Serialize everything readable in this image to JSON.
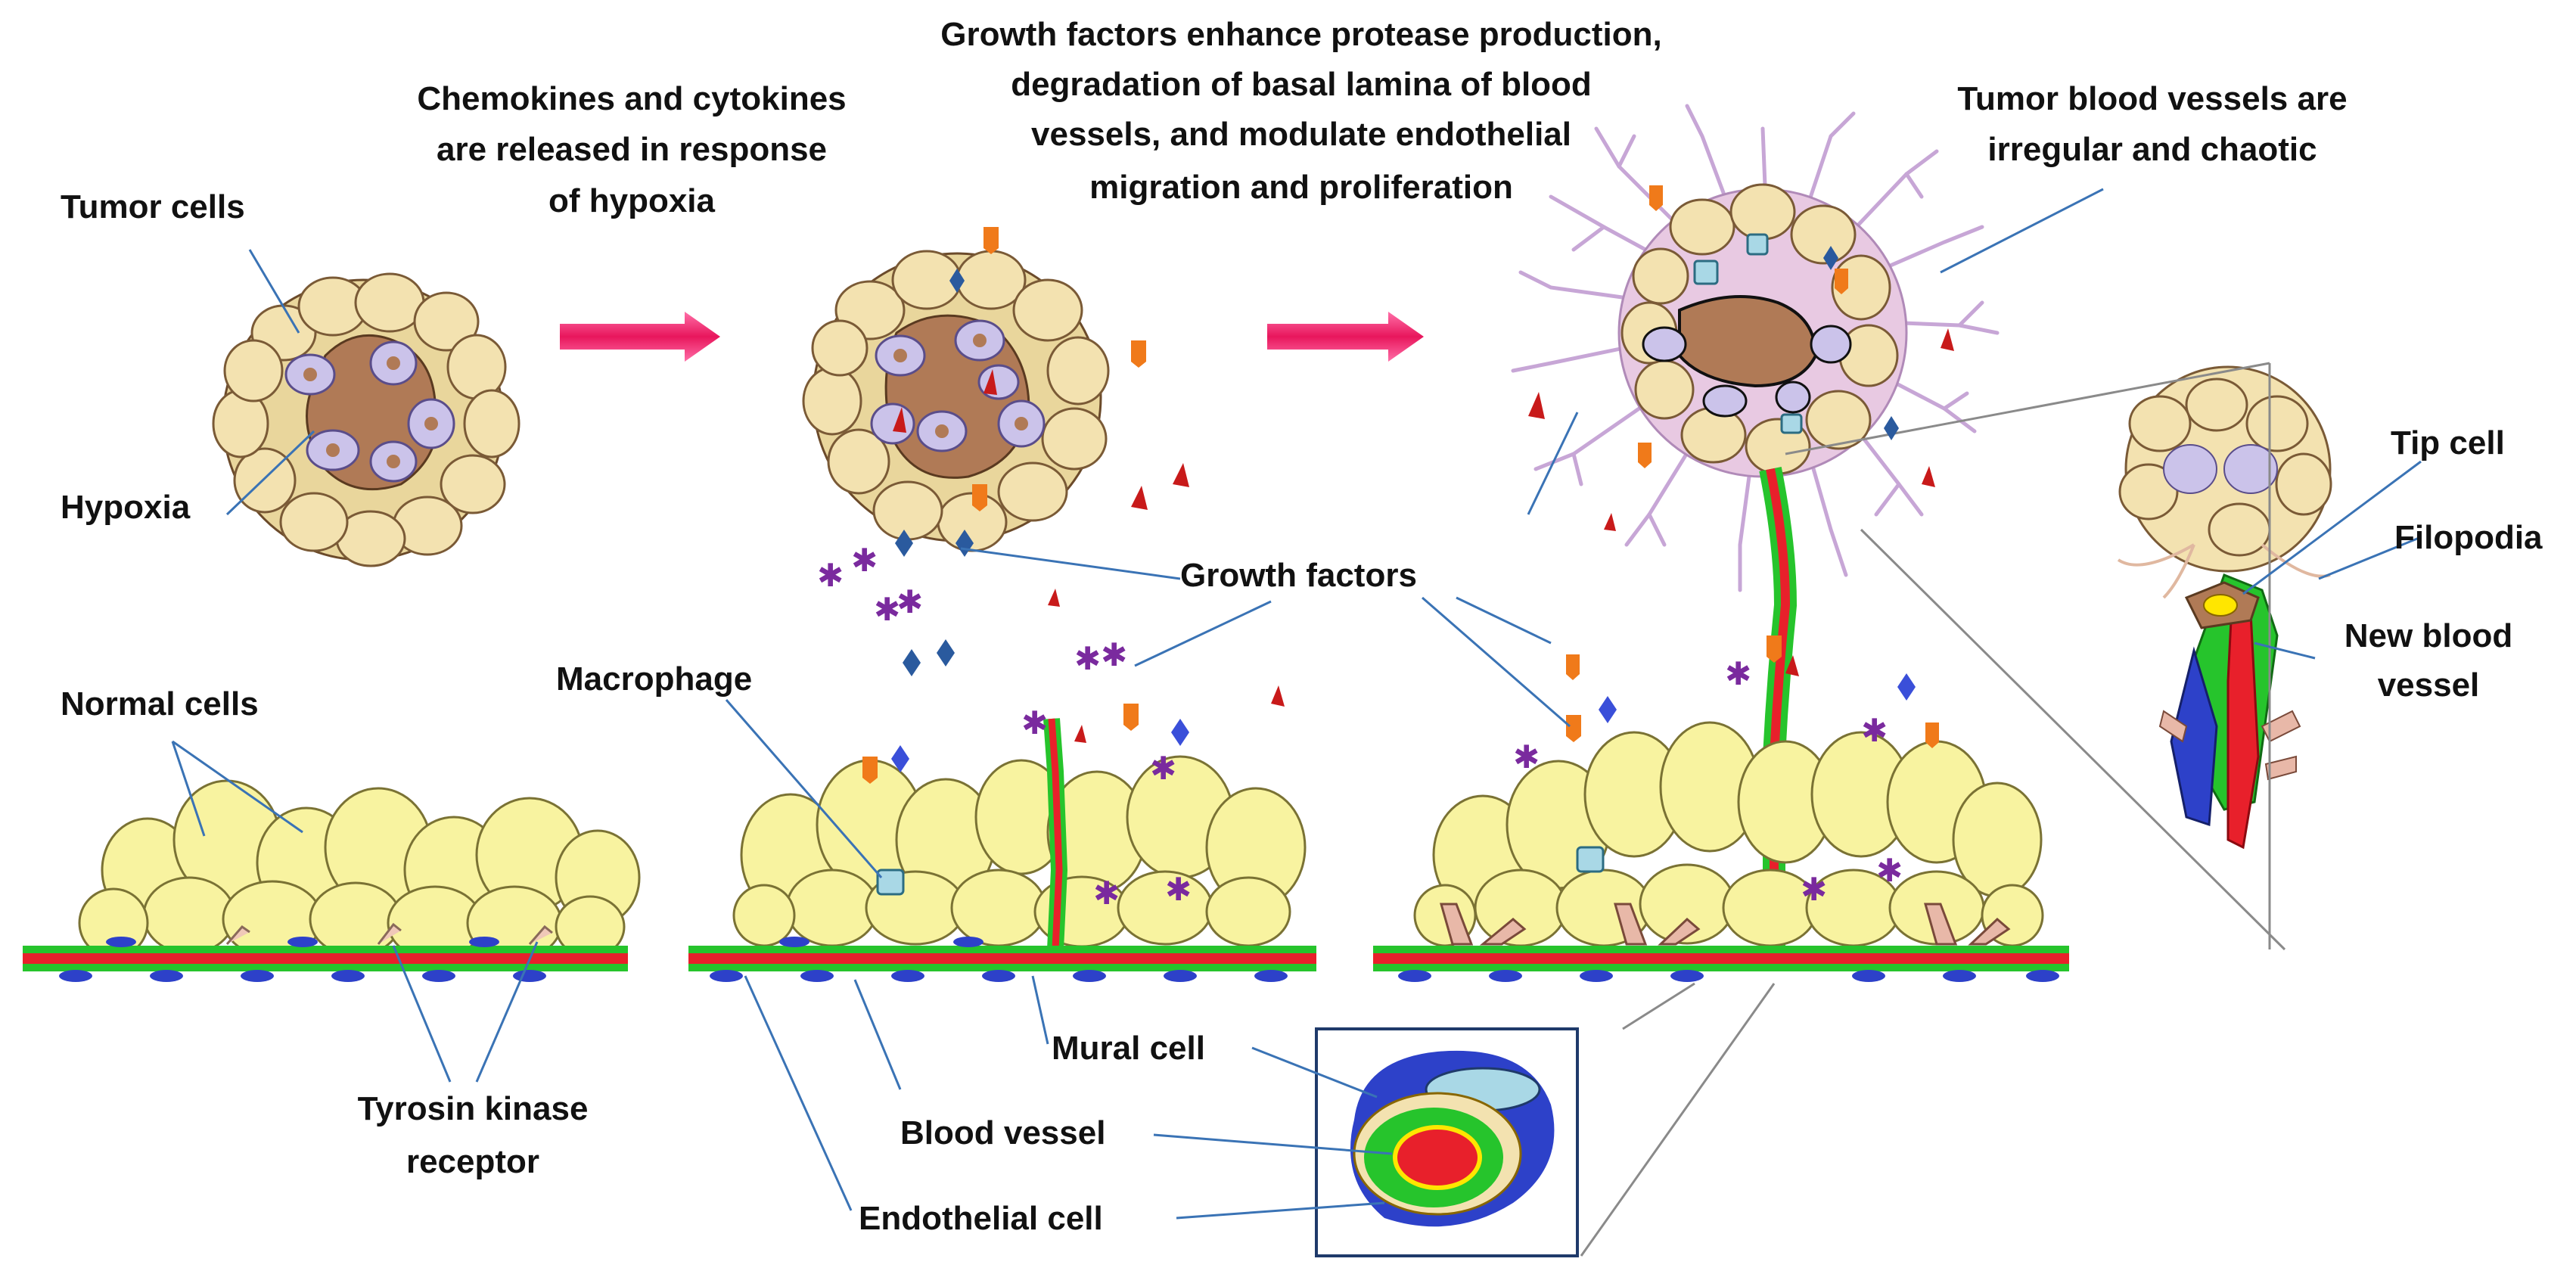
{
  "labels": {
    "tumor_cells": "Tumor cells",
    "hypoxia": "Hypoxia",
    "normal_cells": "Normal cells",
    "tyrosin_line1": "Tyrosin kinase",
    "tyrosin_line2": "receptor",
    "chemo_line1": "Chemokines and cytokines",
    "chemo_line2": "are released in response",
    "chemo_line3": "of hypoxia",
    "gf_line1": "Growth factors enhance protease production,",
    "gf_line2": "degradation of basal lamina of blood",
    "gf_line3": "vessels, and modulate endothelial",
    "gf_line4": "migration and proliferation",
    "tumor_vessels_line1": "Tumor blood vessels are",
    "tumor_vessels_line2": "irregular and chaotic",
    "growth_factors": "Growth factors",
    "macrophage": "Macrophage",
    "mural_cell": "Mural cell",
    "blood_vessel": "Blood vessel",
    "endothelial_cell": "Endothelial cell",
    "tip_cell": "Tip cell",
    "filopodia": "Filopodia",
    "new_vessel_line1": "New blood",
    "new_vessel_line2": "vessel"
  },
  "colors": {
    "normal_cell": "#f8f3a0",
    "tumor_cell": "#f3e2b0",
    "hypoxic_core": "#b07a56",
    "hypoxic_cell": "#cbc3ea",
    "vessel_red": "#e8202b",
    "vessel_green": "#26c42c",
    "mural_blue": "#2d41c9",
    "arrow": "#e8165c",
    "filopodia": "#c7a6d6",
    "leader_line": "#3a73b5"
  },
  "icons": [
    "right-arrow-icon",
    "growth-factor-star-icon",
    "growth-factor-diamond-icon",
    "growth-factor-triangle-icon",
    "macrophage-icon"
  ]
}
